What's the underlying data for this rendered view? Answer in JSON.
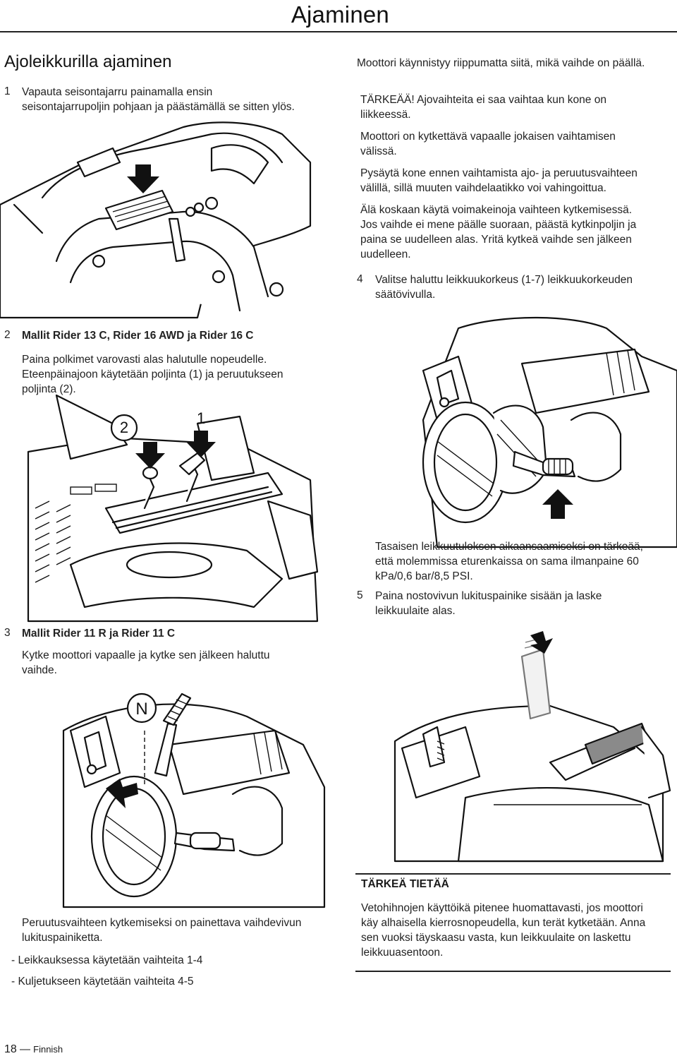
{
  "header": {
    "title": "Ajaminen"
  },
  "section": {
    "title": "Ajoleikkurilla ajaminen"
  },
  "steps": {
    "s1_num": "1",
    "s1_text1": "Vapauta seisontajarru painamalla ensin",
    "s1_text2": "seisontajarrupoljin pohjaan ja päästämällä se sitten ylös.",
    "s2_num": "2",
    "s2_title": "Mallit Rider 13 C, Rider 16 AWD ja Rider 16 C",
    "s2_p1": "Paina polkimet varovasti alas halutulle nopeudelle.",
    "s2_p2": "Eteenpäinajoon käytetään poljinta (1) ja peruutukseen",
    "s2_p3": "poljinta (2).",
    "s3_num": "3",
    "s3_title": "Mallit Rider 11 R ja Rider 11 C",
    "s3_p1": "Kytke moottori vapaalle ja kytke sen jälkeen haluttu",
    "s3_p2": "vaihde.",
    "reverse1": "Peruutusvaihteen kytkemiseksi on painettava vaihdevivun",
    "reverse2": "lukituspainiketta.",
    "gears1": "- Leikkauksessa käytetään vaihteita 1-4",
    "gears2": "- Kuljetukseen käytetään vaihteita 4-5"
  },
  "right": {
    "r1": "Moottori käynnistyy riippumatta siitä, mikä vaihde on päällä.",
    "r2a": "TÄRKEÄÄ! Ajovaihteita ei saa vaihtaa kun kone on",
    "r2b": "liikkeessä.",
    "r3a": "Moottori on kytkettävä vapaalle jokaisen vaihtamisen",
    "r3b": "välissä.",
    "r4a": "Pysäytä kone ennen vaihtamista ajo- ja peruutusvaihteen",
    "r4b": "välillä, sillä muuten vaihdelaatikko voi vahingoittua.",
    "r5a": "Älä koskaan käytä voimakeinoja vaihteen kytkemisessä.",
    "r5b": "Jos vaihde ei mene päälle suoraan, päästä kytkinpoljin ja",
    "r5c": "paina se uudelleen alas. Yritä kytkeä vaihde sen jälkeen",
    "r5d": "uudelleen.",
    "s4_num": "4",
    "s4_a": "Valitse haluttu leikkuukorkeus (1-7) leikkuukorkeuden",
    "s4_b": "säätövivulla.",
    "tire_a": "Tasaisen leikkuutuloksen aikaansaamiseksi on tärkeää,",
    "tire_b": "että molemmissa eturenkaissa on sama ilmanpaine 60",
    "tire_c": "kPa/0,6 bar/8,5 PSI.",
    "s5_num": "5",
    "s5_a": "Paina nostovivun lukituspainike sisään ja laske",
    "s5_b": "leikkuulaite alas."
  },
  "note": {
    "title": "TÄRKEÄ TIETÄÄ",
    "l1": "Vetohihnojen käyttöikä pitenee huomattavasti, jos moottori",
    "l2": "käy alhaisella kierrosnopeudella, kun terät kytketään. Anna",
    "l3": "sen vuoksi täyskaasu vasta, kun leikkuulaite on laskettu",
    "l4": "leikkuuasentoon."
  },
  "figure_labels": {
    "pedal2": "2",
    "pedal1": "1",
    "neutral": "N"
  },
  "footer": {
    "page": "18",
    "dash": "—",
    "lang": "Finnish"
  }
}
